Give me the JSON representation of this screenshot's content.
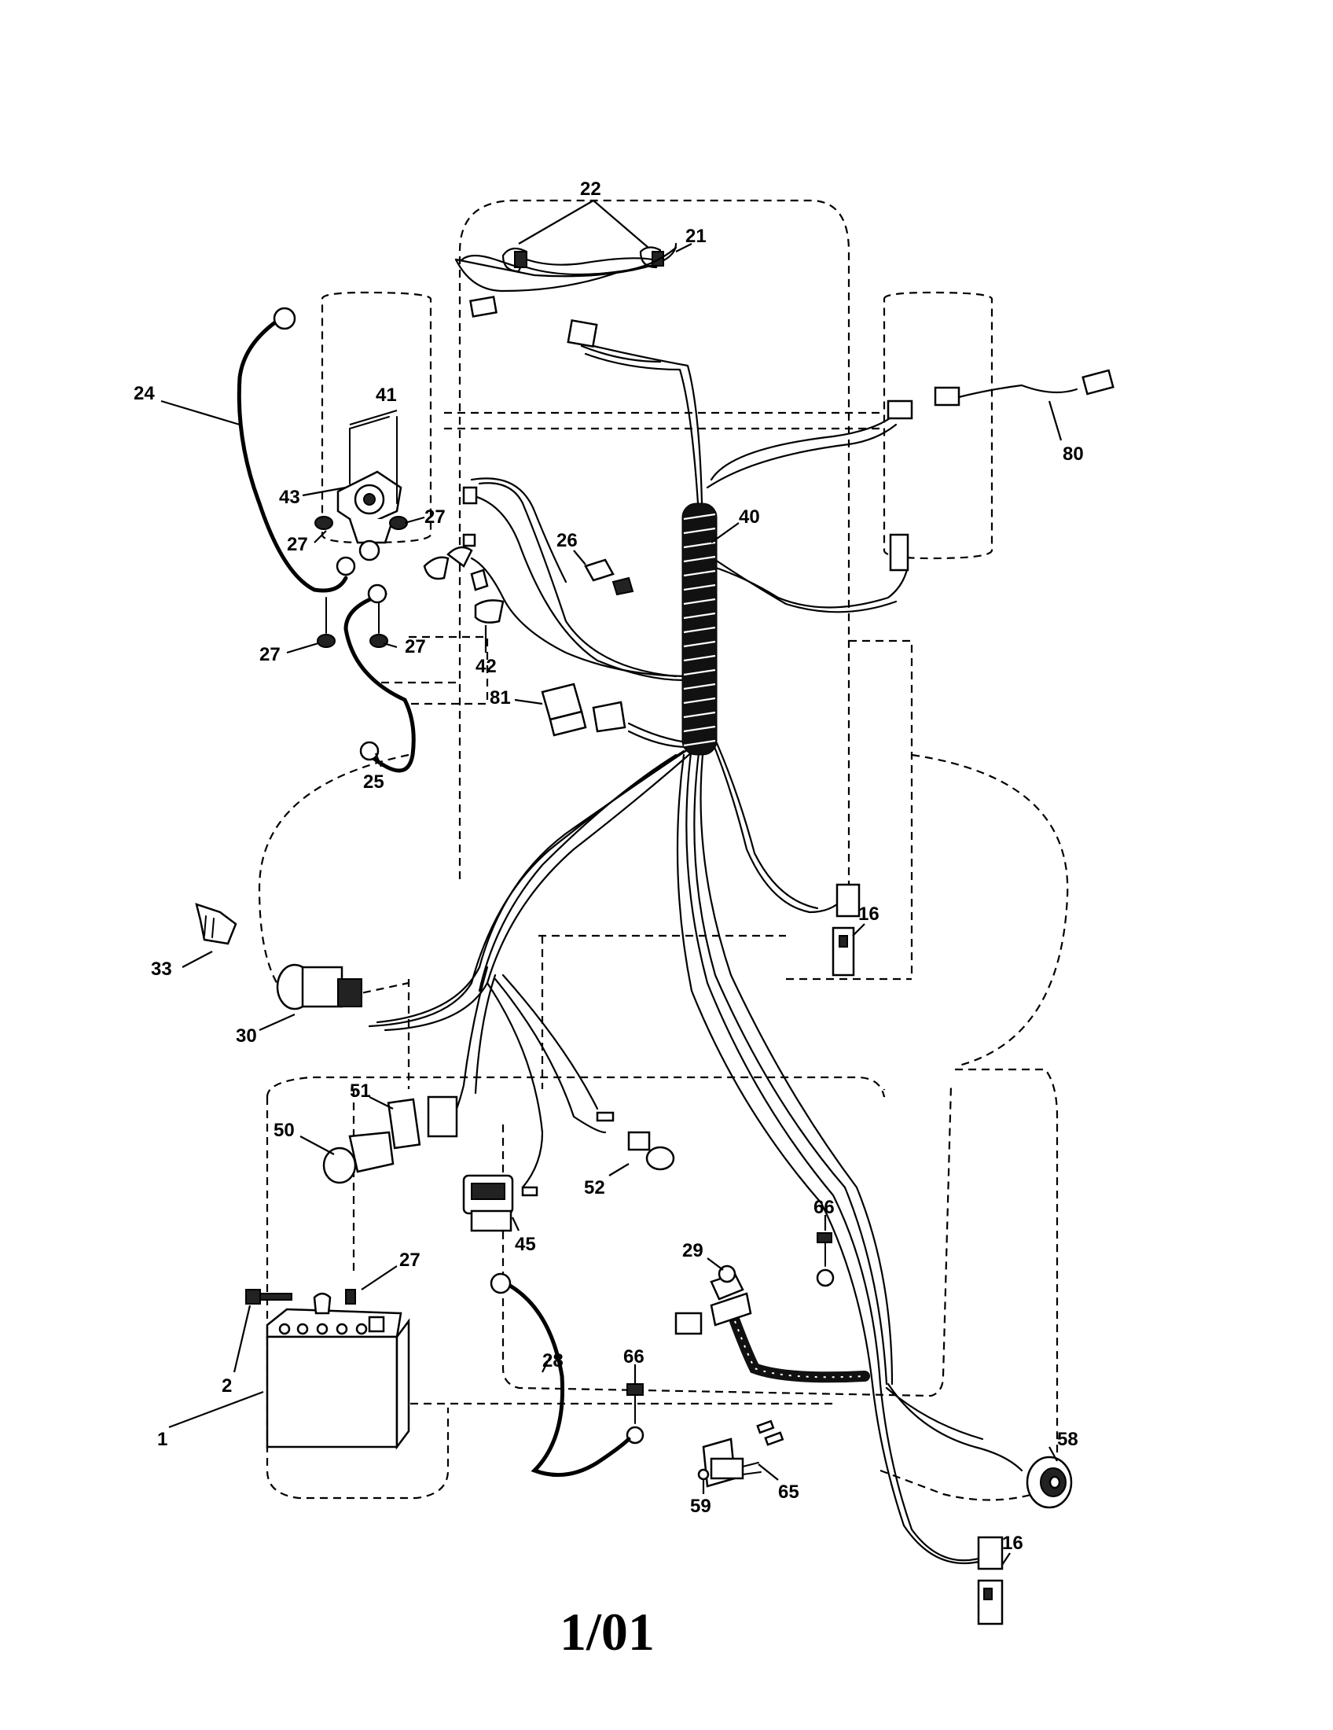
{
  "diagram": {
    "footer_date": "1/01",
    "callouts": [
      {
        "key": "c22",
        "text": "22"
      },
      {
        "key": "c21",
        "text": "21"
      },
      {
        "key": "c24",
        "text": "24"
      },
      {
        "key": "c41",
        "text": "41"
      },
      {
        "key": "c43",
        "text": "43"
      },
      {
        "key": "c27a",
        "text": "27"
      },
      {
        "key": "c27b",
        "text": "27"
      },
      {
        "key": "c27c",
        "text": "27"
      },
      {
        "key": "c27d",
        "text": "27"
      },
      {
        "key": "c27e",
        "text": "27"
      },
      {
        "key": "c26",
        "text": "26"
      },
      {
        "key": "c40",
        "text": "40"
      },
      {
        "key": "c42",
        "text": "42"
      },
      {
        "key": "c81",
        "text": "81"
      },
      {
        "key": "c25",
        "text": "25"
      },
      {
        "key": "c80",
        "text": "80"
      },
      {
        "key": "c16a",
        "text": "16"
      },
      {
        "key": "c16b",
        "text": "16"
      },
      {
        "key": "c33",
        "text": "33"
      },
      {
        "key": "c30",
        "text": "30"
      },
      {
        "key": "c51",
        "text": "51"
      },
      {
        "key": "c50",
        "text": "50"
      },
      {
        "key": "c52",
        "text": "52"
      },
      {
        "key": "c45",
        "text": "45"
      },
      {
        "key": "c29",
        "text": "29"
      },
      {
        "key": "c66a",
        "text": "66"
      },
      {
        "key": "c66b",
        "text": "66"
      },
      {
        "key": "c2",
        "text": "2"
      },
      {
        "key": "c1",
        "text": "1"
      },
      {
        "key": "c28",
        "text": "28"
      },
      {
        "key": "c58",
        "text": "58"
      },
      {
        "key": "c65",
        "text": "65"
      },
      {
        "key": "c59",
        "text": "59"
      }
    ]
  }
}
